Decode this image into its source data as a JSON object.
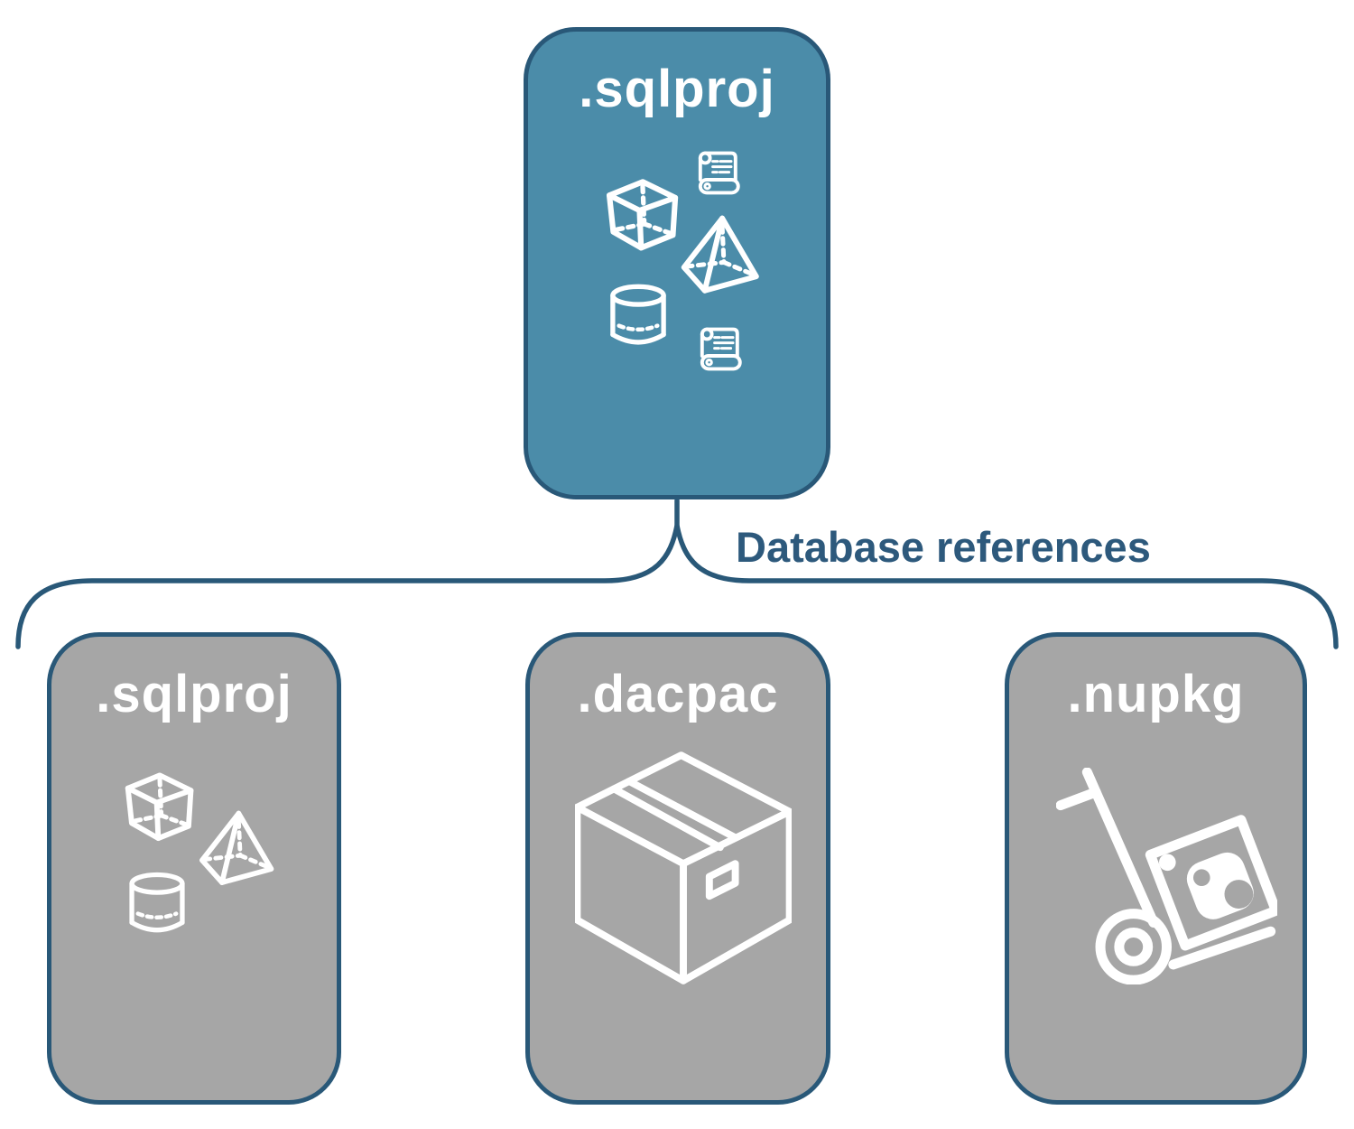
{
  "colors": {
    "root_fill": "#4B8CA9",
    "child_fill": "#A6A6A6",
    "border": "#295878",
    "title_text": "#FFFFFF",
    "connector_text": "#2D597C",
    "icon_stroke": "#FFFFFF"
  },
  "nodes": {
    "root": {
      "label": ".sqlproj",
      "icons": [
        "scroll-icon",
        "cube-icon",
        "pyramid-icon",
        "cylinder-icon",
        "scroll-icon"
      ]
    },
    "children": [
      {
        "label": ".sqlproj",
        "icons": [
          "cube-icon",
          "pyramid-icon",
          "cylinder-icon"
        ]
      },
      {
        "label": ".dacpac",
        "icons": [
          "package-box-icon"
        ]
      },
      {
        "label": ".nupkg",
        "icons": [
          "nuget-handtruck-icon"
        ]
      }
    ]
  },
  "connector": {
    "label": "Database references"
  }
}
